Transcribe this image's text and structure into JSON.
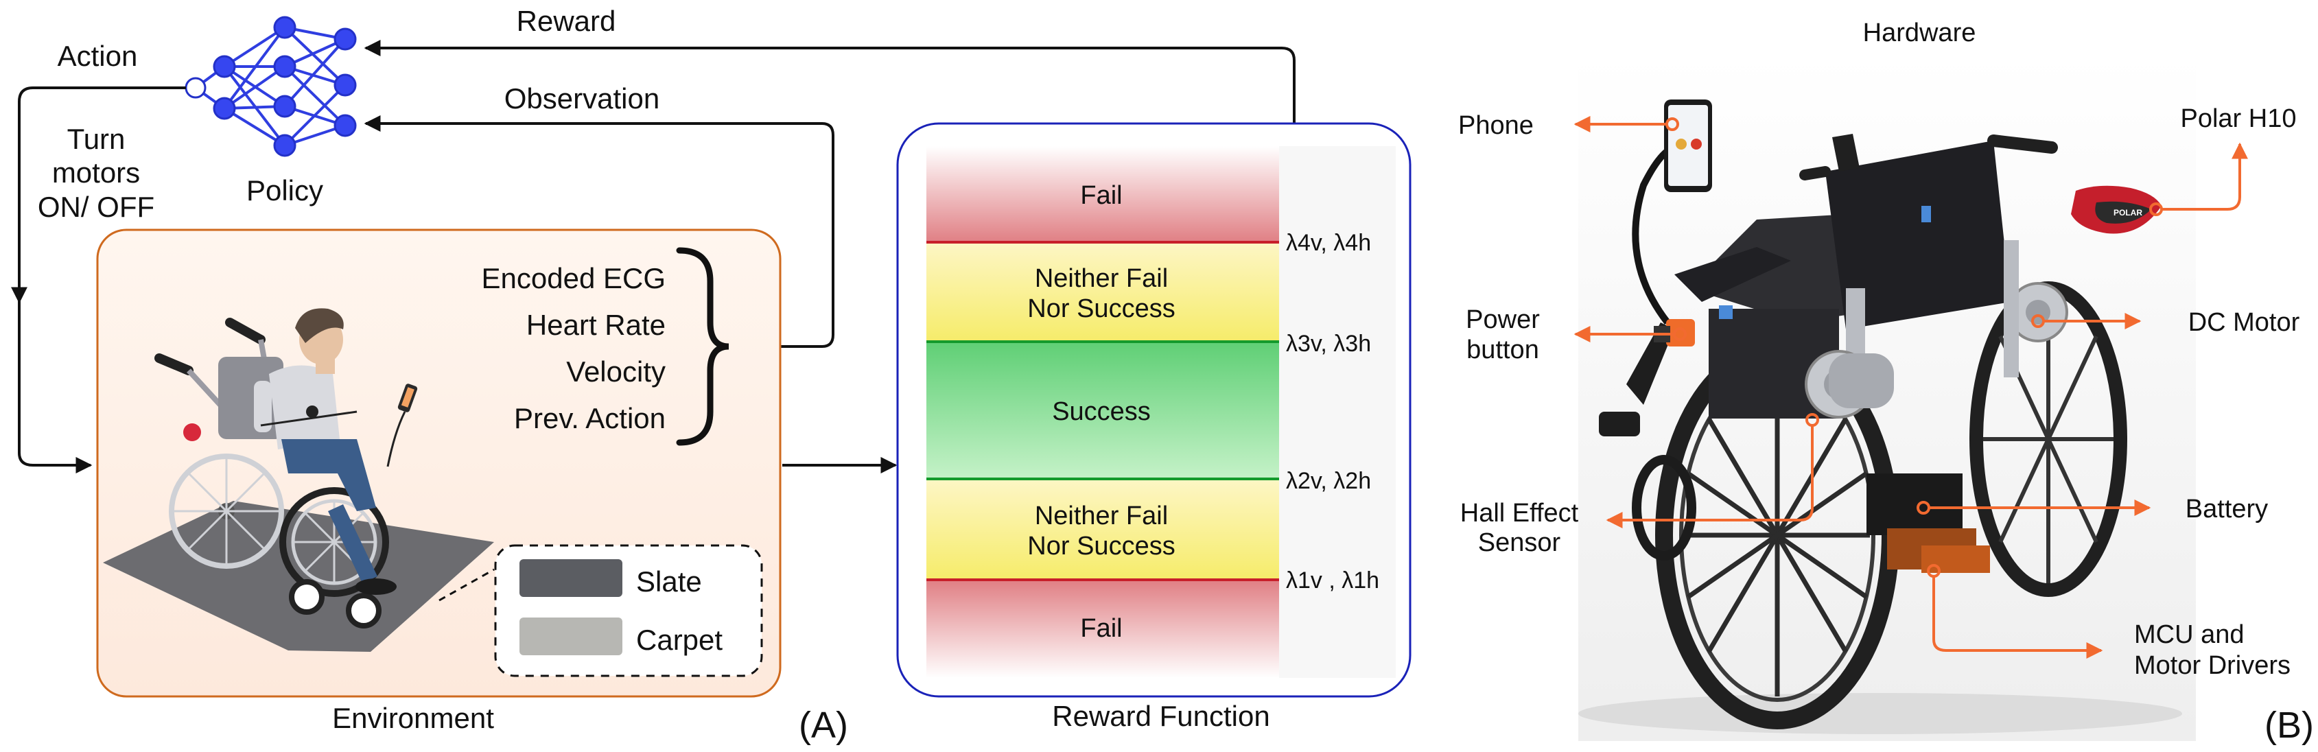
{
  "left": {
    "action": "Action",
    "turn_motors": [
      "Turn",
      "motors",
      "ON/ OFF"
    ],
    "policy": "Policy",
    "reward": "Reward",
    "observation": "Observation",
    "environment": "Environment",
    "observations": [
      "Encoded ECG",
      "Heart Rate",
      "Velocity",
      "Prev. Action"
    ],
    "surfaces": [
      "Slate",
      "Carpet"
    ],
    "panel_label": "(A)"
  },
  "reward_function": {
    "title": "Reward Function",
    "zones": [
      {
        "label": [
          "Fail"
        ],
        "color": "#d9434a"
      },
      {
        "label": [
          "Neither Fail",
          "Nor Success"
        ],
        "color": "#f3e64e"
      },
      {
        "label": [
          "Success"
        ],
        "color": "#3fc55f"
      },
      {
        "label": [
          "Neither Fail",
          "Nor Success"
        ],
        "color": "#f3e64e"
      },
      {
        "label": [
          "Fail"
        ],
        "color": "#d9434a"
      }
    ],
    "thresholds": [
      "λ4v, λ4h",
      "λ3v, λ3h",
      "λ2v, λ2h",
      "λ1v , λ1h"
    ]
  },
  "hardware": {
    "title": "Hardware",
    "phone": "Phone",
    "polar": "Polar H10",
    "power_button": [
      "Power",
      "button"
    ],
    "dc_motor": "DC Motor",
    "hall_sensor": [
      "Hall Effect",
      "Sensor"
    ],
    "battery": "Battery",
    "mcu": [
      "MCU and",
      "Motor Drivers"
    ],
    "panel_label": "(B)",
    "accent_color": "#f26a30",
    "polar_logo_text": "POLAR"
  }
}
